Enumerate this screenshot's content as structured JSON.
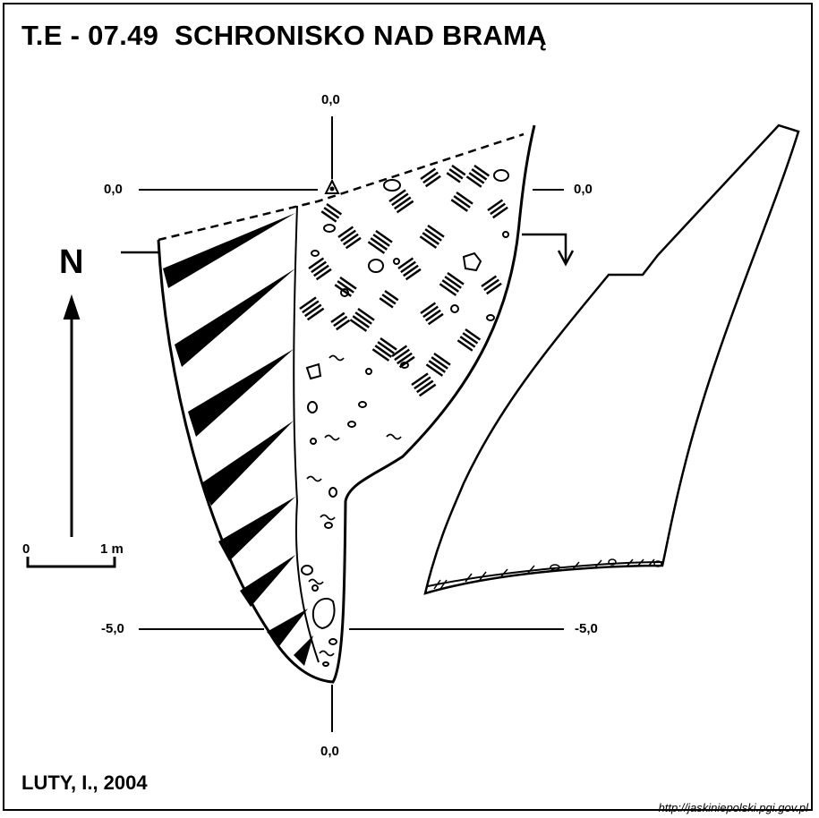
{
  "title": {
    "code": "T.E - 07.49",
    "name": "SCHRONISKO NAD BRAMĄ"
  },
  "datum_labels": {
    "top": "0,0",
    "left_top": "0,0",
    "right_top": "0,0",
    "left_bottom": "-5,0",
    "right_bottom": "-5,0",
    "bottom": "0,0"
  },
  "north": {
    "letter": "N"
  },
  "scale": {
    "start": "0",
    "end": "1 m"
  },
  "author": "LUTY, I., 2004",
  "source_url": "http://jaskiniepolski.pgi.gov.pl",
  "colors": {
    "ink": "#000000",
    "paper": "#ffffff"
  },
  "icons": {
    "station_marker": "triangle-icon",
    "direction": "arrow-up-icon",
    "section_arrow": "arrow-down-icon"
  }
}
